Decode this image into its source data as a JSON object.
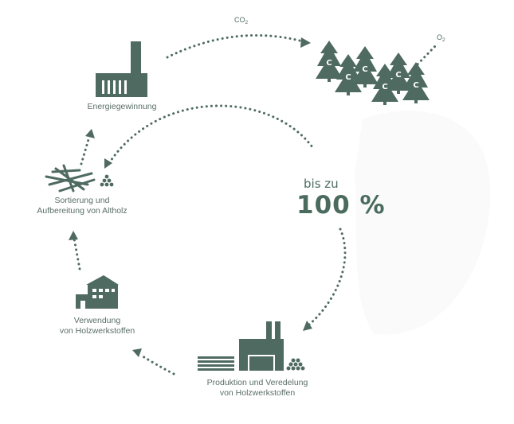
{
  "colors": {
    "primary": "#4f6b61",
    "text": "#5a6e66",
    "background": "#ffffff"
  },
  "icons": [
    "power-plant-icon",
    "forest-icon",
    "wood-pile-icon",
    "house-icon",
    "factory-icon",
    "board-stack-icon",
    "chips-icon"
  ],
  "co2": {
    "base": "CO",
    "sub": "2"
  },
  "o2": {
    "base": "O",
    "sub": "2"
  },
  "tree_letter": "C",
  "center": {
    "line1": "bis zu",
    "line2": "100 %"
  },
  "nodes": {
    "energy": {
      "line1": "Energiegewinnung"
    },
    "sorting": {
      "line1": "Sortierung und",
      "line2": "Aufbereitung von Altholz"
    },
    "usage": {
      "line1": "Verwendung",
      "line2": "von Holzwerkstoffen"
    },
    "production": {
      "line1": "Produktion und Veredelung",
      "line2": "von Holzwerkstoffen"
    }
  }
}
